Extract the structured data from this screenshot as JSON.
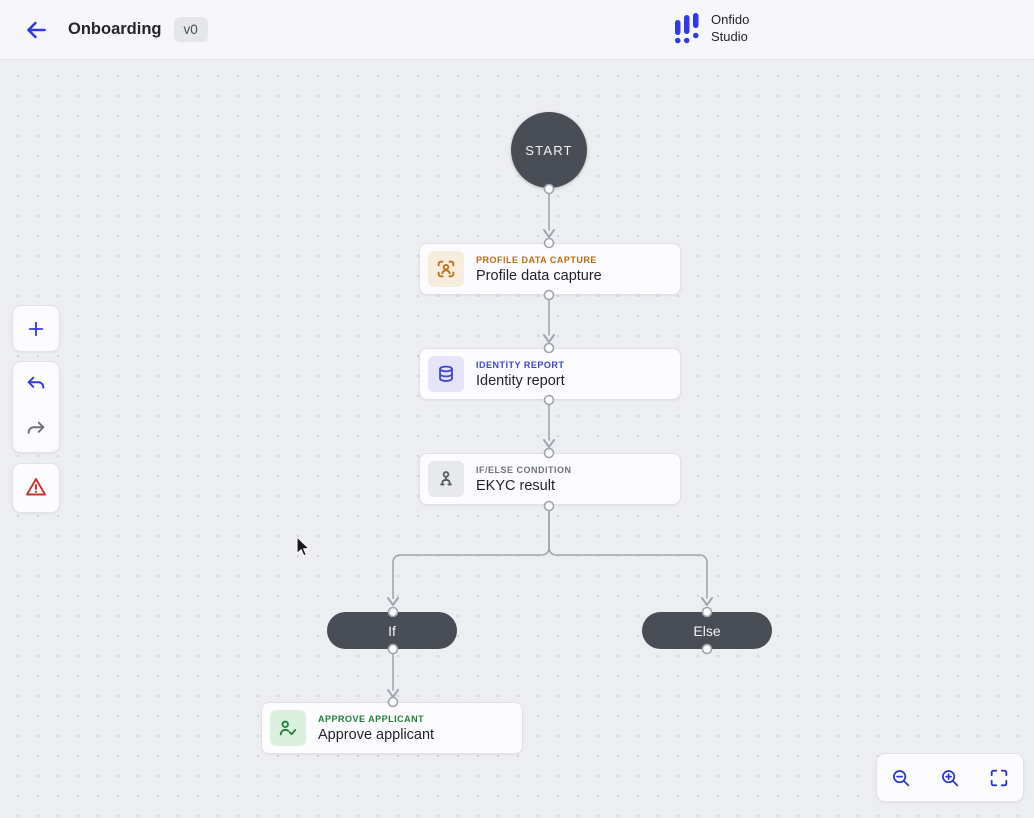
{
  "header": {
    "back_icon": "arrow-left-icon",
    "title": "Onboarding",
    "version": "v0",
    "brand_logo": "onfido-studio-logo",
    "brand_line1": "Onfido",
    "brand_line2": "Studio"
  },
  "nodes": {
    "start": {
      "label": "START"
    },
    "profile": {
      "category": "PROFILE DATA CAPTURE",
      "title": "Profile data capture",
      "icon": "person-scan-icon",
      "accent": "#BD6A12",
      "icon_bg": "#F7EDDE"
    },
    "identity": {
      "category": "IDENTITY REPORT",
      "title": "Identity report",
      "icon": "database-icon",
      "accent": "#4144CE",
      "icon_bg": "#E5E4F8"
    },
    "condition": {
      "category": "IF/ELSE CONDITION",
      "title": "EKYC result",
      "icon": "branch-icon",
      "accent": "#6E737C",
      "icon_bg": "#E8E9ED"
    },
    "branch_if": {
      "label": "If"
    },
    "branch_else": {
      "label": "Else"
    },
    "approve": {
      "category": "APPROVE APPLICANT",
      "title": "Approve applicant",
      "icon": "person-check-icon",
      "accent": "#1E8038",
      "icon_bg": "#DCF0DF"
    }
  },
  "left_toolbar": {
    "add": "plus-icon",
    "undo": "undo-icon",
    "redo": "redo-icon",
    "warning": "warning-triangle-icon"
  },
  "zoom_controls": {
    "zoom_out": "zoom-out-icon",
    "zoom_in": "zoom-in-icon",
    "fit": "fit-screen-icon"
  },
  "colors": {
    "accent_blue": "#3038E8",
    "node_dark": "#494D56",
    "edge_gray": "#A0A5AF",
    "warning_red": "#C5322E",
    "canvas_bg": "#EDEEF2",
    "header_bg": "#F7F7F9",
    "card_bg": "#FCFCFE"
  }
}
